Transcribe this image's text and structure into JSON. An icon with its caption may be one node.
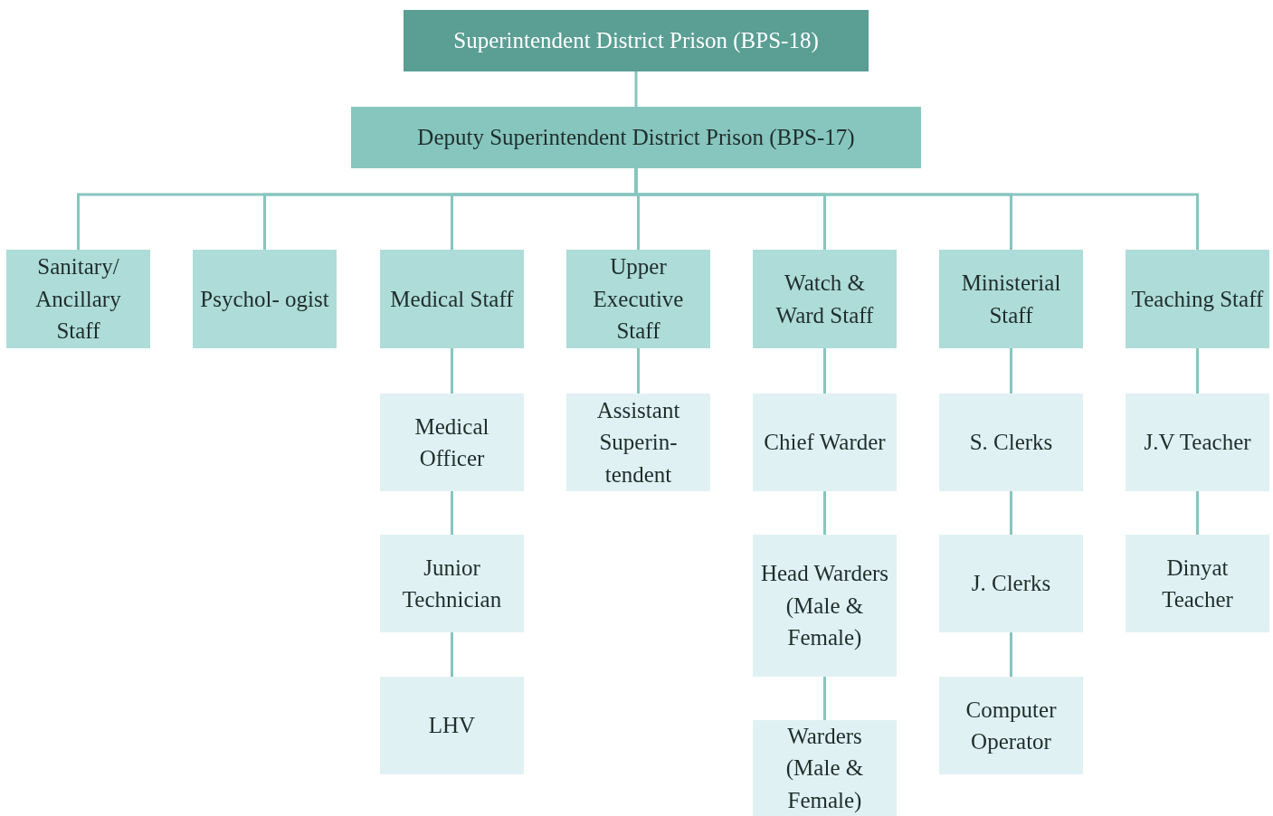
{
  "diagram": {
    "nodes": [
      {
        "text": [
          "Superintendent District Prison (BPS-18)"
        ]
      },
      {
        "text": [
          "Deputy Superintendent District Prison (BPS-17)"
        ]
      },
      {
        "text": [
          "Sanitary/ Ancillary Staff"
        ]
      },
      {
        "text": [
          "Psychol- ogist"
        ]
      },
      {
        "text": [
          "Medical Staff"
        ]
      },
      {
        "text": [
          "Upper Executive Staff"
        ]
      },
      {
        "text": [
          "Watch & Ward Staff"
        ]
      },
      {
        "text": [
          "Ministerial Staff"
        ]
      },
      {
        "text": [
          "Teaching Staff"
        ]
      },
      {
        "text": [
          "Medical Officer"
        ]
      },
      {
        "text": [
          "Junior Technician"
        ]
      },
      {
        "text": [
          "LHV"
        ]
      },
      {
        "text": [
          "Assistant Superin- tendent"
        ]
      },
      {
        "text": [
          "Chief Warder"
        ]
      },
      {
        "text": [
          "Head Warders (Male & Female)"
        ]
      },
      {
        "text": [
          "Warders (Male & Female)"
        ]
      },
      {
        "text": [
          "S. Clerks"
        ]
      },
      {
        "text": [
          "J. Clerks"
        ]
      },
      {
        "text": [
          "Computer Operator"
        ]
      },
      {
        "text": [
          "J.V Teacher"
        ]
      },
      {
        "text": [
          "Dinyat Teacher"
        ]
      }
    ],
    "edges": [
      {
        "from": 0,
        "to": 1,
        "arrow": "none"
      },
      {
        "from": 1,
        "to": 2,
        "arrow": "none"
      },
      {
        "from": 1,
        "to": 3,
        "arrow": "none"
      },
      {
        "from": 1,
        "to": 4,
        "arrow": "none"
      },
      {
        "from": 1,
        "to": 5,
        "arrow": "none"
      },
      {
        "from": 1,
        "to": 6,
        "arrow": "none"
      },
      {
        "from": 1,
        "to": 7,
        "arrow": "none"
      },
      {
        "from": 1,
        "to": 8,
        "arrow": "none"
      },
      {
        "from": 4,
        "to": 9,
        "arrow": "none"
      },
      {
        "from": 9,
        "to": 10,
        "arrow": "none"
      },
      {
        "from": 10,
        "to": 11,
        "arrow": "none"
      },
      {
        "from": 5,
        "to": 12,
        "arrow": "none"
      },
      {
        "from": 6,
        "to": 13,
        "arrow": "none"
      },
      {
        "from": 13,
        "to": 14,
        "arrow": "none"
      },
      {
        "from": 14,
        "to": 15,
        "arrow": "none"
      },
      {
        "from": 7,
        "to": 16,
        "arrow": "none"
      },
      {
        "from": 16,
        "to": 17,
        "arrow": "none"
      },
      {
        "from": 17,
        "to": 18,
        "arrow": "none"
      },
      {
        "from": 8,
        "to": 19,
        "arrow": "none"
      },
      {
        "from": 19,
        "to": 20,
        "arrow": "none"
      }
    ]
  }
}
